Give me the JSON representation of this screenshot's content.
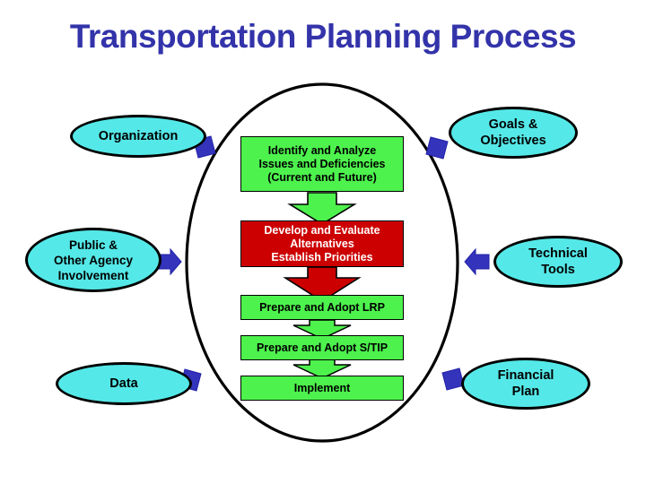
{
  "page": {
    "title": "Transportation Planning Process",
    "title_color": "#3333aa",
    "background_color": "#ffffff"
  },
  "colors": {
    "oval_fill": "#55e8e8",
    "oval_stroke": "#000000",
    "process_green": "#4df24d",
    "process_red": "#cc0000",
    "process_red_text": "#ffffff",
    "connector_blue": "#3333bb",
    "big_ellipse_stroke": "#000000"
  },
  "center_flow": {
    "label": "central-process-flow",
    "steps": [
      {
        "id": "identify",
        "text": "Identify and Analyze\nIssues and Deficiencies\n(Current and Future)",
        "fill": "green"
      },
      {
        "id": "develop",
        "text": "Develop and Evaluate\nAlternatives\nEstablish Priorities",
        "fill": "red"
      },
      {
        "id": "lrp",
        "text": "Prepare and Adopt LRP",
        "fill": "green"
      },
      {
        "id": "stip",
        "text": "Prepare and Adopt S/TIP",
        "fill": "green"
      },
      {
        "id": "implement",
        "text": "Implement",
        "fill": "green"
      }
    ]
  },
  "inputs": {
    "label": "surrounding-input-ovals",
    "left": [
      {
        "id": "organization",
        "text": "Organization"
      },
      {
        "id": "public-involvement",
        "text": "Public &\nOther Agency\nInvolvement"
      },
      {
        "id": "data",
        "text": "Data"
      }
    ],
    "right": [
      {
        "id": "goals-objectives",
        "text": "Goals &\nObjectives"
      },
      {
        "id": "technical-tools",
        "text": "Technical\nTools"
      },
      {
        "id": "financial-plan",
        "text": "Financial\nPlan"
      }
    ]
  }
}
